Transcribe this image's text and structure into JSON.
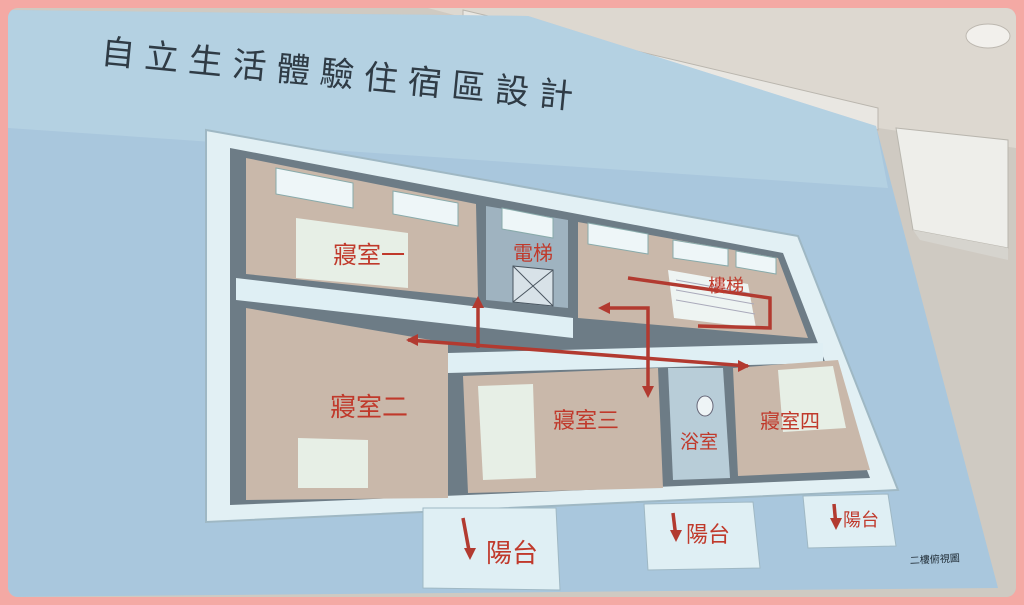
{
  "slide": {
    "title": "自立生活體驗住宿區設計",
    "caption": "二樓俯視圖"
  },
  "floor_plan": {
    "rooms": {
      "bedroom_1": "寢室一",
      "bedroom_2": "寢室二",
      "bedroom_3": "寢室三",
      "bedroom_4": "寢室四",
      "elevator": "電梯",
      "stairs": "樓梯",
      "bathroom": "浴室",
      "balcony_1": "陽台",
      "balcony_2": "陽台",
      "balcony_3": "陽台"
    }
  },
  "colors": {
    "screen": "#a9c7dd",
    "label_red": "#c0392b",
    "arrow_red": "#b23a30",
    "wall": "#dfeff4",
    "floor": "#c9b8aa",
    "border": "#f4a9a4"
  }
}
